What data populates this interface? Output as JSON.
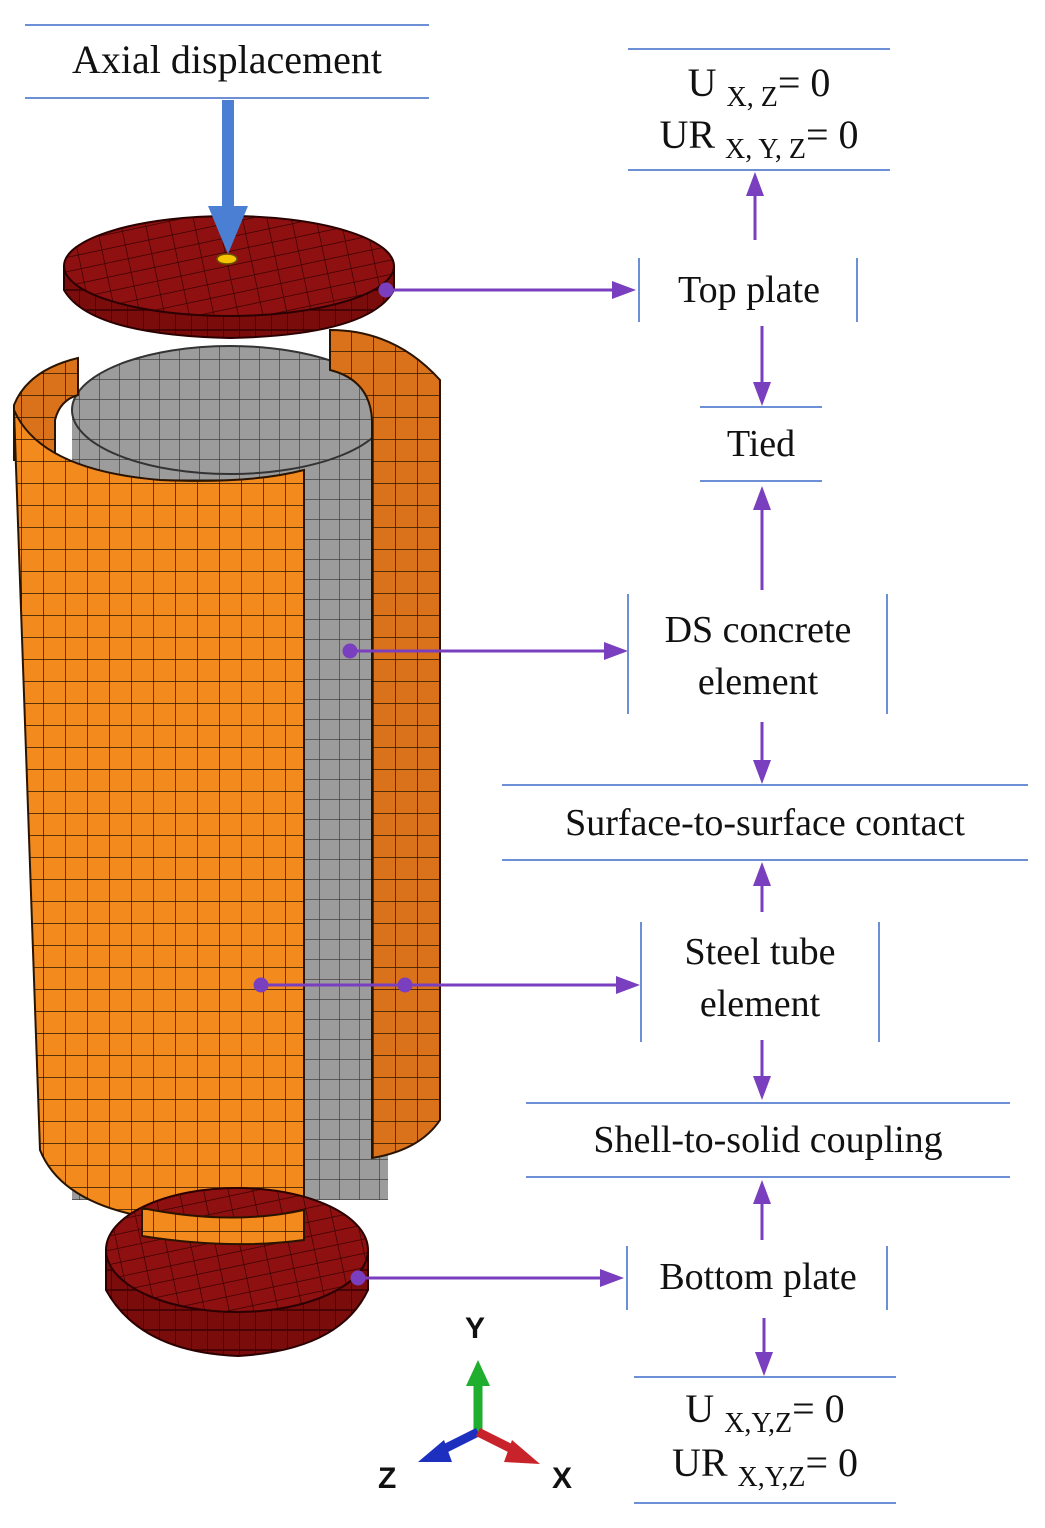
{
  "top_label": "Axial displacement",
  "top_bc": {
    "line1": {
      "sym": "U",
      "sub": "X, Z",
      "rest": "= 0"
    },
    "line2": {
      "sym": "UR",
      "sub": "X, Y, Z",
      "rest": "= 0"
    }
  },
  "bottom_bc": {
    "line1": {
      "sym": "U",
      "sub": "X,Y,Z",
      "rest": "= 0"
    },
    "line2": {
      "sym": "UR",
      "sub": "X,Y,Z",
      "rest": "= 0"
    }
  },
  "labels": {
    "top_plate": "Top plate",
    "tied": "Tied",
    "ds_concrete_1": "DS concrete",
    "ds_concrete_2": "element",
    "surface_contact": "Surface-to-surface contact",
    "steel_tube_1": "Steel tube",
    "steel_tube_2": "element",
    "shell_solid": "Shell-to-solid coupling",
    "bottom_plate": "Bottom plate"
  },
  "axes": {
    "y": "Y",
    "z": "Z",
    "x": "X"
  },
  "colors": {
    "plate": "#8e1010",
    "tube": "#f28a1e",
    "concrete": "#9a9a9a",
    "arrow": "#7a3fbf",
    "line": "#6d8fd6",
    "load_arrow": "#4a7fd4"
  }
}
